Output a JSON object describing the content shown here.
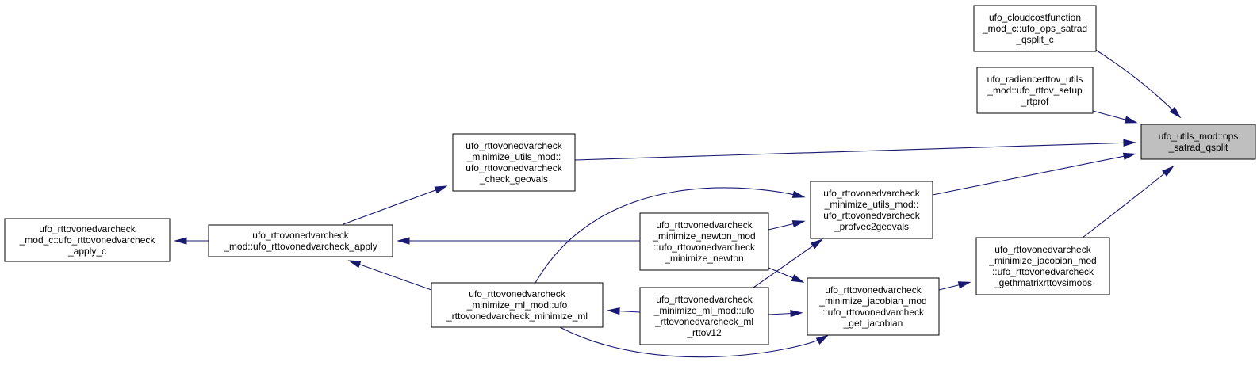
{
  "diagram": {
    "nodes": [
      {
        "id": "n_root",
        "lines": [
          "ufo_utils_mod::ops",
          "_satrad_qsplit"
        ],
        "highlight": true
      },
      {
        "id": "n_cloud",
        "lines": [
          "ufo_cloudcostfunction",
          "_mod_c::ufo_ops_satrad",
          "_qsplit_c"
        ]
      },
      {
        "id": "n_radiance",
        "lines": [
          "ufo_radiancerttov_utils",
          "_mod::ufo_rttov_setup",
          "_rtprof"
        ]
      },
      {
        "id": "n_check_geovals",
        "lines": [
          "ufo_rttovonedvarcheck",
          "_minimize_utils_mod::",
          "ufo_rttovonedvarcheck",
          "_check_geovals"
        ]
      },
      {
        "id": "n_profvec",
        "lines": [
          "ufo_rttovonedvarcheck",
          "_minimize_utils_mod::",
          "ufo_rttovonedvarcheck",
          "_profvec2geovals"
        ]
      },
      {
        "id": "n_gethmatrix",
        "lines": [
          "ufo_rttovonedvarcheck",
          "_minimize_jacobian_mod",
          "::ufo_rttovonedvarcheck",
          "_gethmatrixrttovsimobs"
        ]
      },
      {
        "id": "n_apply_c",
        "lines": [
          "ufo_rttovonedvarcheck",
          "_mod_c::ufo_rttovonedvarcheck",
          "_apply_c"
        ]
      },
      {
        "id": "n_apply",
        "lines": [
          "ufo_rttovonedvarcheck",
          "_mod::ufo_rttovonedvarcheck_apply"
        ]
      },
      {
        "id": "n_newton",
        "lines": [
          "ufo_rttovonedvarcheck",
          "_minimize_newton_mod",
          "::ufo_rttovonedvarcheck",
          "_minimize_newton"
        ]
      },
      {
        "id": "n_ml",
        "lines": [
          "ufo_rttovonedvarcheck",
          "_minimize_ml_mod::ufo",
          "_rttovonedvarcheck_minimize_ml"
        ]
      },
      {
        "id": "n_rttov12",
        "lines": [
          "ufo_rttovonedvarcheck",
          "_minimize_ml_mod::ufo",
          "_rttovonedvarcheck_ml",
          "_rttov12"
        ]
      },
      {
        "id": "n_jacobian",
        "lines": [
          "ufo_rttovonedvarcheck",
          "_minimize_jacobian_mod",
          "::ufo_rttovonedvarcheck",
          "_get_jacobian"
        ]
      }
    ],
    "edges": [
      {
        "from": "n_cloud",
        "to": "n_root"
      },
      {
        "from": "n_radiance",
        "to": "n_root"
      },
      {
        "from": "n_check_geovals",
        "to": "n_root"
      },
      {
        "from": "n_profvec",
        "to": "n_root"
      },
      {
        "from": "n_gethmatrix",
        "to": "n_root"
      },
      {
        "from": "n_apply",
        "to": "n_check_geovals"
      },
      {
        "from": "n_ml",
        "to": "n_profvec"
      },
      {
        "from": "n_newton",
        "to": "n_profvec"
      },
      {
        "from": "n_rttov12",
        "to": "n_profvec"
      },
      {
        "from": "n_jacobian",
        "to": "n_gethmatrix"
      },
      {
        "from": "n_apply",
        "to": "n_apply_c"
      },
      {
        "from": "n_newton",
        "to": "n_apply"
      },
      {
        "from": "n_ml",
        "to": "n_apply"
      },
      {
        "from": "n_newton",
        "to": "n_jacobian"
      },
      {
        "from": "n_rttov12",
        "to": "n_jacobian"
      },
      {
        "from": "n_ml",
        "to": "n_jacobian"
      },
      {
        "from": "n_rttov12",
        "to": "n_ml"
      }
    ]
  }
}
